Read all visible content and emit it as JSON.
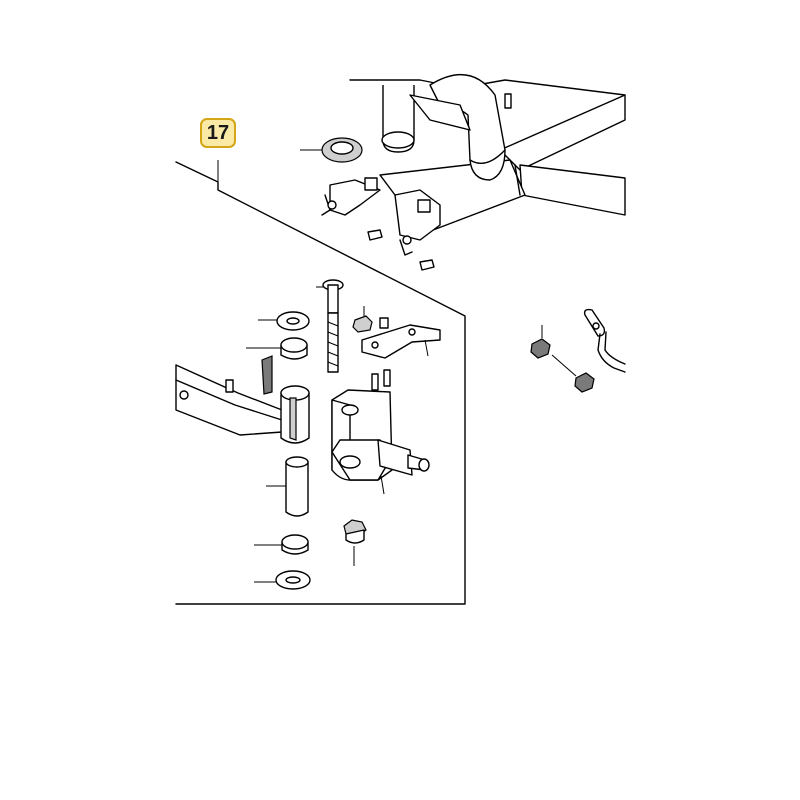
{
  "diagram": {
    "callout_number": "17",
    "colors": {
      "callout_fill": "#fbe9a6",
      "callout_border": "#d4a514",
      "line": "#000000",
      "background": "#ffffff"
    },
    "parts": [
      "frame-assembly",
      "rubber-grommet",
      "bracket-clamp",
      "hex-nut",
      "pivot-bolt",
      "flat-washer",
      "bushing",
      "steering-plate",
      "axle-arm",
      "spindle-bracket",
      "spacer-tube",
      "flange-nut",
      "tie-rod"
    ]
  }
}
